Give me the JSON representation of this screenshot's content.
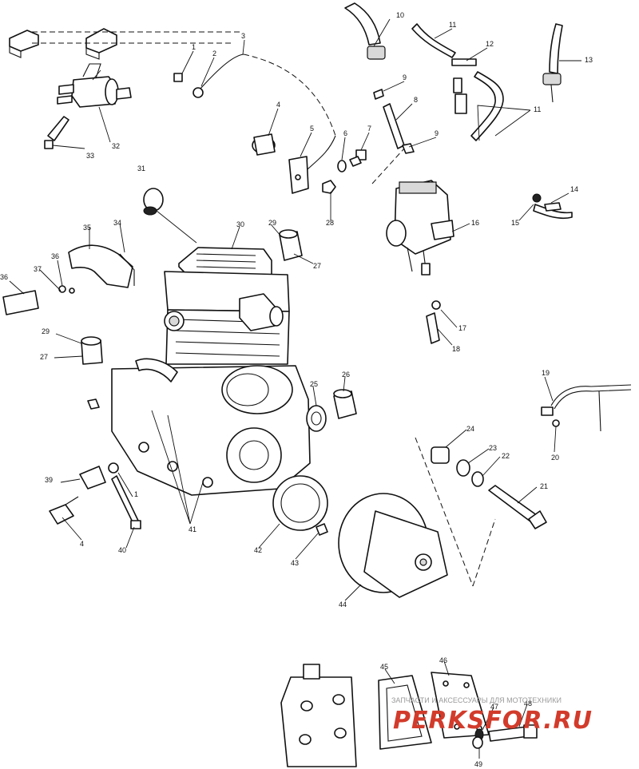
{
  "callouts": [
    {
      "id": "c1",
      "text": "1"
    },
    {
      "id": "c2",
      "text": "2"
    },
    {
      "id": "c3",
      "text": "3"
    },
    {
      "id": "c4",
      "text": "4"
    },
    {
      "id": "c5",
      "text": "5"
    },
    {
      "id": "c6",
      "text": "6"
    },
    {
      "id": "c7",
      "text": "7"
    },
    {
      "id": "c8",
      "text": "8"
    },
    {
      "id": "c9a",
      "text": "9"
    },
    {
      "id": "c9b",
      "text": "9"
    },
    {
      "id": "c10",
      "text": "10"
    },
    {
      "id": "c11a",
      "text": "11"
    },
    {
      "id": "c11b",
      "text": "11"
    },
    {
      "id": "c12",
      "text": "12"
    },
    {
      "id": "c13",
      "text": "13"
    },
    {
      "id": "c14",
      "text": "14"
    },
    {
      "id": "c15",
      "text": "15"
    },
    {
      "id": "c16",
      "text": "16"
    },
    {
      "id": "c17",
      "text": "17"
    },
    {
      "id": "c18",
      "text": "18"
    },
    {
      "id": "c19",
      "text": "19"
    },
    {
      "id": "c20",
      "text": "20"
    },
    {
      "id": "c21",
      "text": "21"
    },
    {
      "id": "c22",
      "text": "22"
    },
    {
      "id": "c23",
      "text": "23"
    },
    {
      "id": "c24",
      "text": "24"
    },
    {
      "id": "c25",
      "text": "25"
    },
    {
      "id": "c26",
      "text": "26"
    },
    {
      "id": "c27a",
      "text": "27"
    },
    {
      "id": "c27b",
      "text": "27"
    },
    {
      "id": "c28",
      "text": "28"
    },
    {
      "id": "c29a",
      "text": "29"
    },
    {
      "id": "c29b",
      "text": "29"
    },
    {
      "id": "c30",
      "text": "30"
    },
    {
      "id": "c31",
      "text": "31"
    },
    {
      "id": "c32",
      "text": "32"
    },
    {
      "id": "c33",
      "text": "33"
    },
    {
      "id": "c34",
      "text": "34"
    },
    {
      "id": "c35",
      "text": "35"
    },
    {
      "id": "c36a",
      "text": "36"
    },
    {
      "id": "c36b",
      "text": "36"
    },
    {
      "id": "c37",
      "text": "37"
    },
    {
      "id": "c39",
      "text": "39"
    },
    {
      "id": "c1b",
      "text": "1"
    },
    {
      "id": "c4b",
      "text": "4"
    },
    {
      "id": "c40",
      "text": "40"
    },
    {
      "id": "c41",
      "text": "41"
    },
    {
      "id": "c42",
      "text": "42"
    },
    {
      "id": "c43",
      "text": "43"
    },
    {
      "id": "c44",
      "text": "44"
    },
    {
      "id": "c45",
      "text": "45"
    },
    {
      "id": "c46",
      "text": "46"
    },
    {
      "id": "c47",
      "text": "47"
    },
    {
      "id": "c48",
      "text": "48"
    },
    {
      "id": "c49",
      "text": "49"
    }
  ],
  "watermark": {
    "tagline": "ЗАПЧАСТИ И АКСЕССУАРЫ ДЛЯ МОТОТЕХНИКИ",
    "logo": "PERKSFOR.RU",
    "logo_color": "#d23b2b"
  }
}
